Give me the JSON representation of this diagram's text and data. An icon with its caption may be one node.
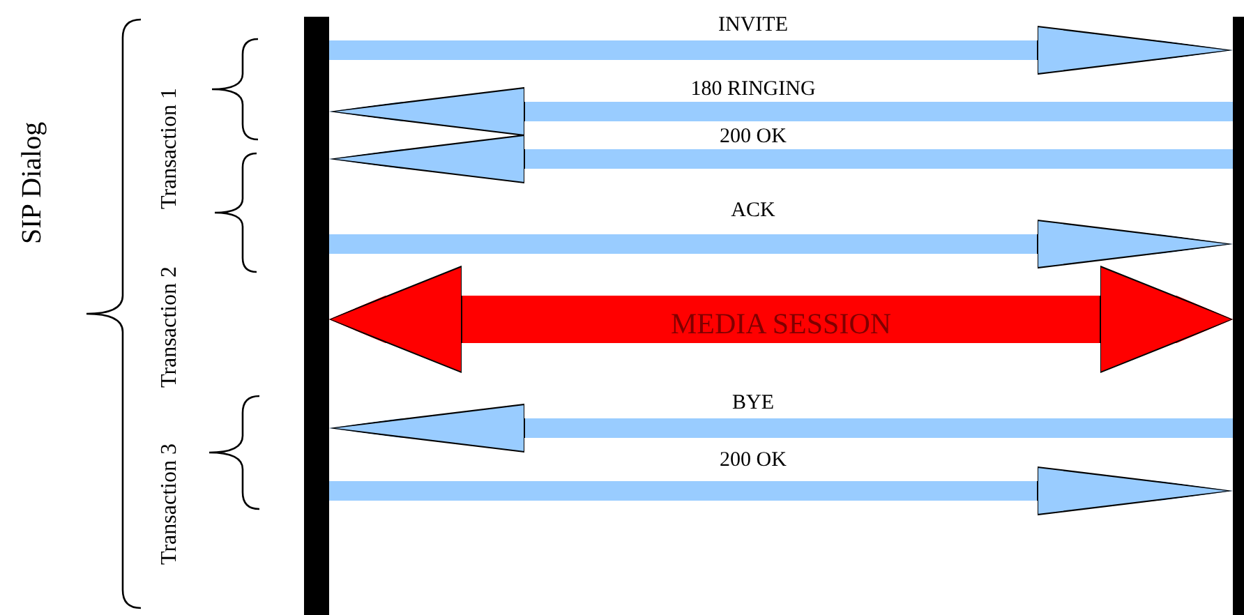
{
  "diagram": {
    "nodes": [
      {
        "text": [],
        "shape": "bar"
      },
      {
        "text": [],
        "shape": "bar"
      }
    ],
    "edges": [
      {
        "from": 0,
        "to": 1,
        "arrow": "to",
        "label": "INVITE"
      },
      {
        "from": 1,
        "to": 0,
        "arrow": "to",
        "label": "180 RINGING"
      },
      {
        "from": 1,
        "to": 0,
        "arrow": "to",
        "label": "200 OK"
      },
      {
        "from": 0,
        "to": 1,
        "arrow": "to",
        "label": "ACK"
      },
      {
        "from": 0,
        "to": 1,
        "arrow": "both",
        "label": "MEDIA SESSION",
        "style": "thick",
        "color": "#ff0000"
      },
      {
        "from": 1,
        "to": 0,
        "arrow": "to",
        "label": "BYE"
      },
      {
        "from": 0,
        "to": 1,
        "arrow": "to",
        "label": "200 OK"
      }
    ],
    "labels": [
      "SIP Dialog",
      "Transaction 1",
      "Transaction 2",
      "Transaction 3"
    ]
  }
}
